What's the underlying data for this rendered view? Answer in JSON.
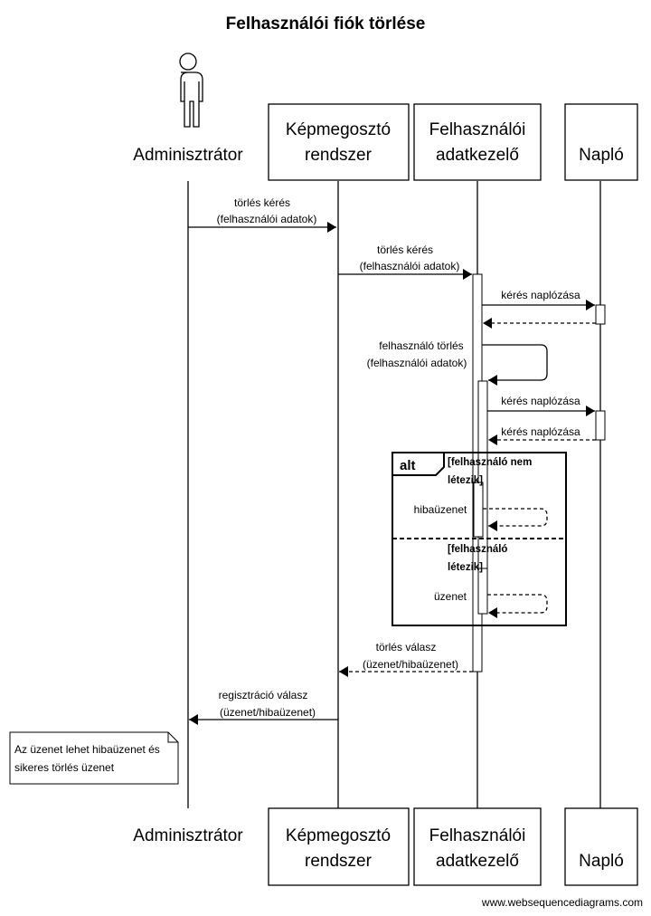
{
  "title": "Felhasználói fiók törlése",
  "participants": [
    {
      "id": "admin",
      "lines": [
        "Adminisztrátor"
      ],
      "actor": true
    },
    {
      "id": "kep",
      "lines": [
        "Képmegosztó",
        "rendszer"
      ]
    },
    {
      "id": "adat",
      "lines": [
        "Felhasználói",
        "adatkezelő"
      ]
    },
    {
      "id": "naplo",
      "lines": [
        "Napló"
      ]
    }
  ],
  "messages": [
    {
      "lines": [
        "törlés kérés",
        "(felhasználói adatok)"
      ],
      "style": "solid"
    },
    {
      "lines": [
        "törlés kérés",
        "(felhasználói adatok)"
      ],
      "style": "solid"
    },
    {
      "lines": [
        "kérés naplózása"
      ],
      "style": "solid"
    },
    {
      "lines": [
        ""
      ],
      "style": "dashed"
    },
    {
      "lines": [
        "felhasználó törlés",
        "(felhasználói adatok)"
      ],
      "style": "self"
    },
    {
      "lines": [
        "kérés naplózása"
      ],
      "style": "solid"
    },
    {
      "lines": [
        "kérés naplózása"
      ],
      "style": "dashed"
    },
    {
      "lines": [
        "hibaüzenet"
      ],
      "style": "self-dashed"
    },
    {
      "lines": [
        "üzenet"
      ],
      "style": "self-dashed"
    },
    {
      "lines": [
        "törlés válasz",
        "(üzenet/hibaüzenet)"
      ],
      "style": "dashed"
    },
    {
      "lines": [
        "regisztráció válasz",
        "(üzenet/hibaüzenet)"
      ],
      "style": "solid"
    }
  ],
  "alt": {
    "tag": "alt",
    "conditions": [
      [
        "[felhasználó nem",
        "létezik]"
      ],
      [
        "[felhasználó",
        "létezik]"
      ]
    ]
  },
  "note": {
    "lines": [
      "Az üzenet lehet hibaüzenet és",
      "sikeres törlés üzenet"
    ]
  },
  "footer": "www.websequencediagrams.com"
}
